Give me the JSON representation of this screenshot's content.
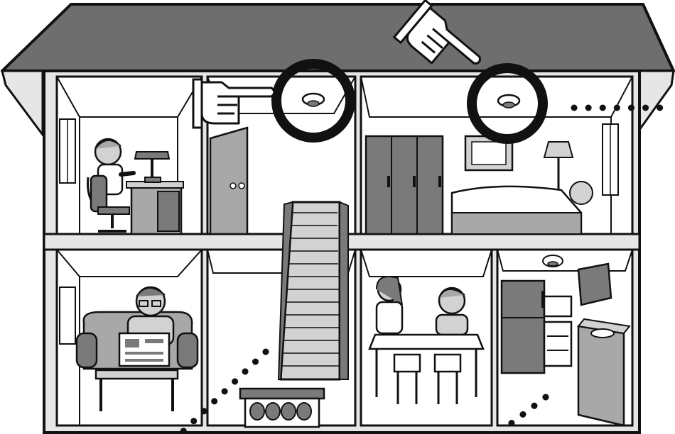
{
  "illustration": {
    "subject": "house-cutaway",
    "icons": [
      "pointing-hand-icon",
      "smoke-detector-icon",
      "highlight-circle"
    ],
    "colors": {
      "ink": "#111111",
      "roof": "#6e6e6e",
      "wall": "#e6e6e6",
      "room_bg": "#ffffff",
      "furniture_dark": "#7a7a7a",
      "furniture_mid": "#a8a8a8",
      "furniture_light": "#d2d2d2"
    },
    "highlighted_detectors": [
      "upstairs-hall-detector",
      "bedroom-detector"
    ]
  }
}
